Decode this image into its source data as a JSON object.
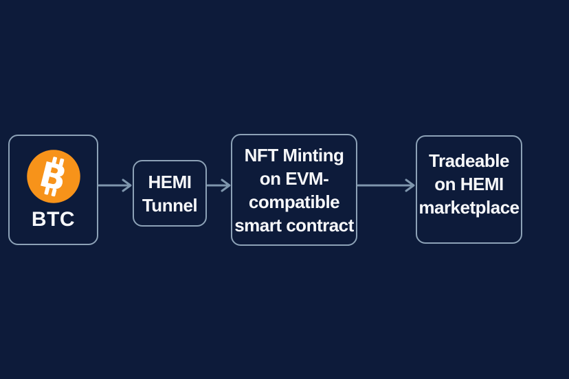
{
  "colors": {
    "background": "#0d1b3a",
    "node-border": "#8da2b7",
    "arrow": "#7f96ad",
    "text": "#f7f8fa",
    "bitcoin-orange": "#f7931a",
    "bitcoin-symbol": "#ffffff"
  },
  "diagram": {
    "type": "flowchart",
    "direction": "left-to-right",
    "nodes": [
      {
        "id": "btc",
        "icon": "bitcoin-logo",
        "label": "BTC"
      },
      {
        "id": "hemi-tunnel",
        "lines": [
          "HEMI",
          "Tunnel"
        ]
      },
      {
        "id": "nft-minting",
        "lines": [
          "NFT Minting",
          "on EVM-",
          "compatible",
          "smart contract"
        ]
      },
      {
        "id": "hemi-marketplace",
        "lines": [
          "Tradeable",
          "on HEMI",
          "marketplace"
        ]
      }
    ],
    "edges": [
      {
        "from": "btc",
        "to": "hemi-tunnel"
      },
      {
        "from": "hemi-tunnel",
        "to": "nft-minting"
      },
      {
        "from": "nft-minting",
        "to": "hemi-marketplace"
      }
    ]
  }
}
